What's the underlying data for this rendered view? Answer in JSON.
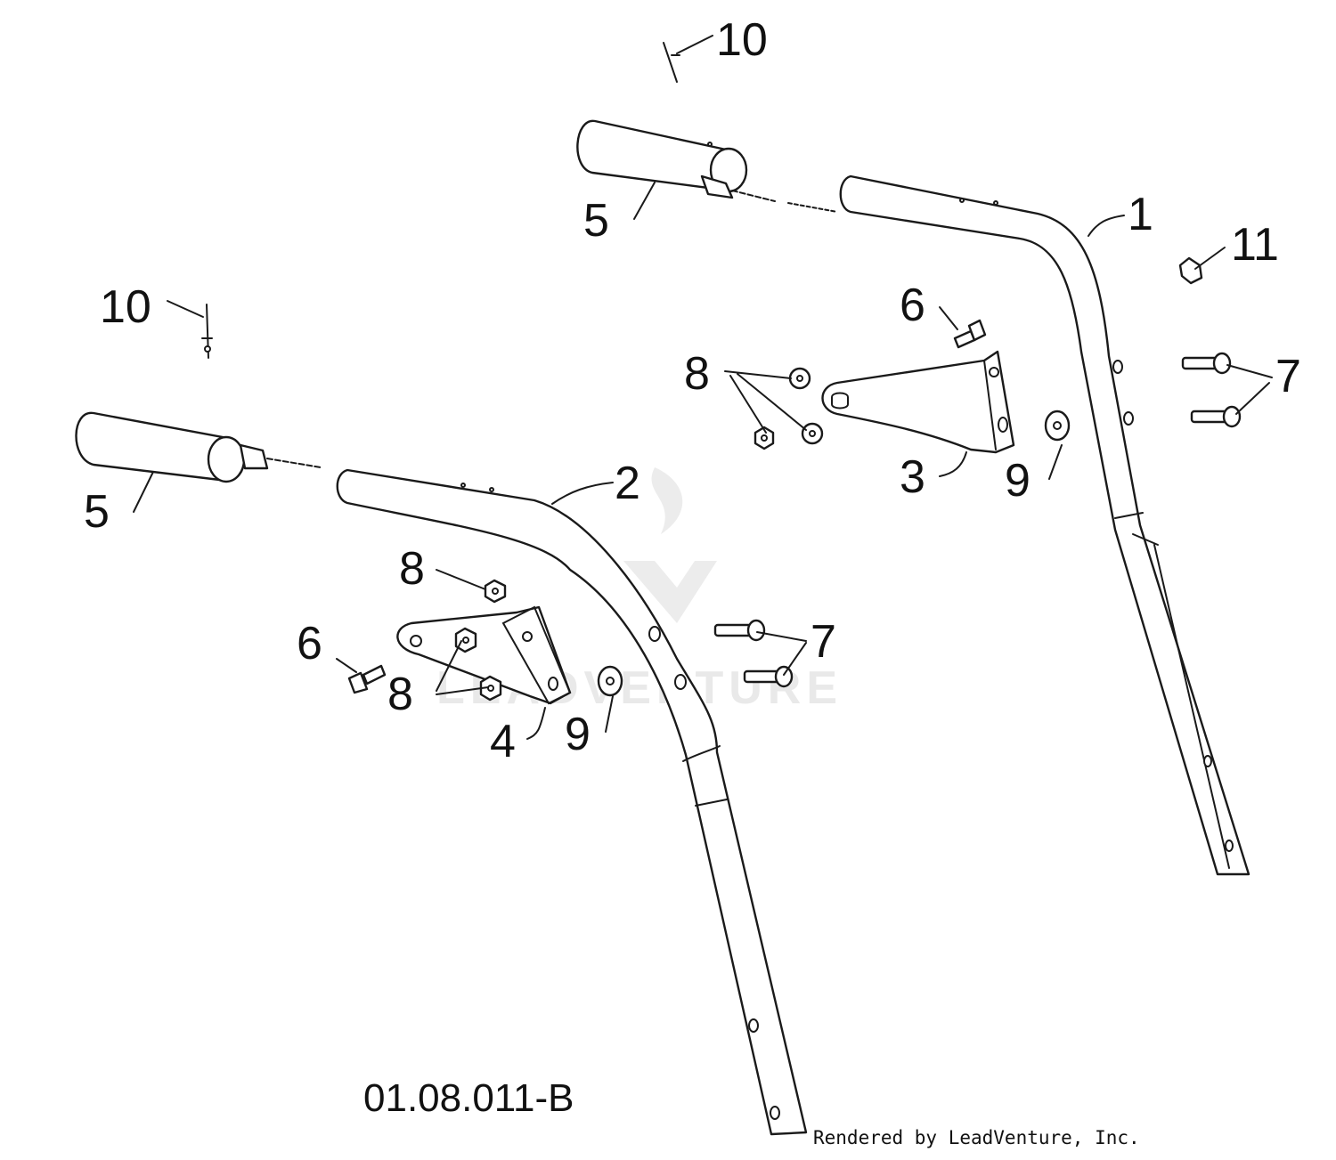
{
  "callouts": {
    "c1": "1",
    "c2": "2",
    "c3": "3",
    "c4": "4",
    "c5a": "5",
    "c5b": "5",
    "c6a": "6",
    "c6b": "6",
    "c7a": "7",
    "c7b": "7",
    "c8a": "8",
    "c8b": "8",
    "c8c": "8",
    "c9a": "9",
    "c9b": "9",
    "c10a": "10",
    "c10b": "10",
    "c11": "11"
  },
  "diagram_code": "01.08.011-B",
  "credit": "Rendered by LeadVenture, Inc.",
  "watermark": "LEADVENTURE",
  "colors": {
    "line": "#1a1a1a",
    "background": "#ffffff",
    "watermark": "#e9e9e9"
  }
}
